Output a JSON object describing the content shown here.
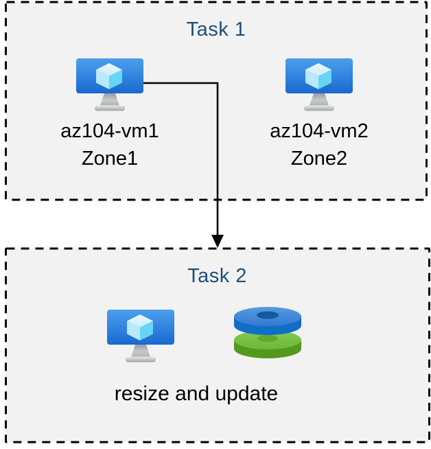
{
  "colors": {
    "page_background": "#ffffff",
    "box_fill": "#f2f2f2",
    "box_border": "#000000",
    "title_text": "#1f4e79",
    "label_text": "#000000",
    "arrow": "#000000",
    "vm_screen_top": "#4c9fec",
    "vm_screen_bottom": "#1a69d0",
    "cube_top": "#ddf3fd",
    "cube_left": "#b7e9fb",
    "cube_right": "#67d5f4",
    "disk_blue_face": "#3e87da",
    "disk_blue_rim": "#0f6fc4",
    "disk_blue_hole": "#155a9e",
    "disk_green_face": "#77c043",
    "disk_green_rim": "#54991d",
    "disk_green_hole": "#63a72f"
  },
  "tasks": [
    {
      "title": "Task 1",
      "nodes": [
        {
          "icon": "vm-icon",
          "label": "az104-vm1",
          "zone": "Zone1"
        },
        {
          "icon": "vm-icon",
          "label": "az104-vm2",
          "zone": "Zone2"
        }
      ]
    },
    {
      "title": "Task 2",
      "nodes": [
        {
          "icon": "vm-icon"
        },
        {
          "icon": "disks-icon"
        }
      ],
      "caption": "resize and update"
    }
  ],
  "connector": {
    "type": "elbow-arrow",
    "from": "az104-vm1",
    "to": "Task 2"
  }
}
